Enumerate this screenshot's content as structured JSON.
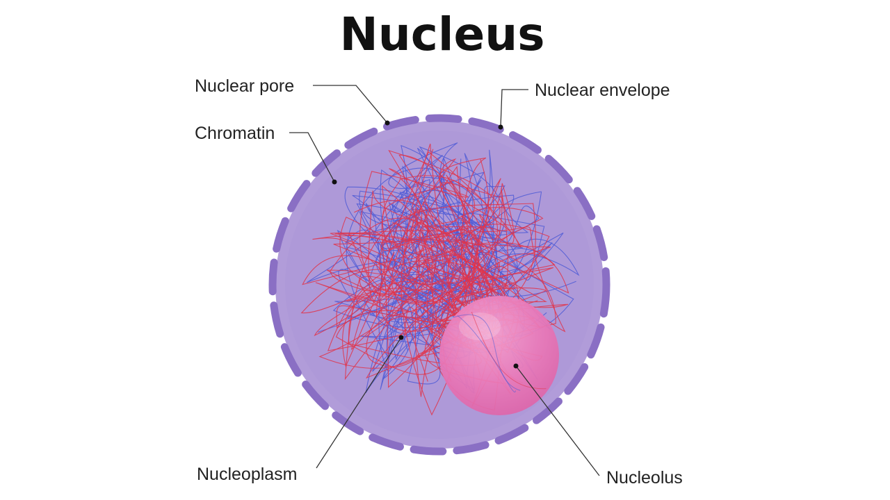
{
  "title": "Nucleus",
  "labels": {
    "nuclear_pore": "Nuclear pore",
    "nuclear_envelope": "Nuclear envelope",
    "chromatin": "Chromatin",
    "nucleoplasm": "Nucleoplasm",
    "nucleolus": "Nucleolus"
  },
  "colors": {
    "nucleoplasm_fill": "#b19cd9",
    "envelope_stroke": "#8a6fc4",
    "chromatin_red": "#e0344a",
    "chromatin_blue": "#4d5ad6",
    "nucleolus_fill": "#e878b8"
  }
}
